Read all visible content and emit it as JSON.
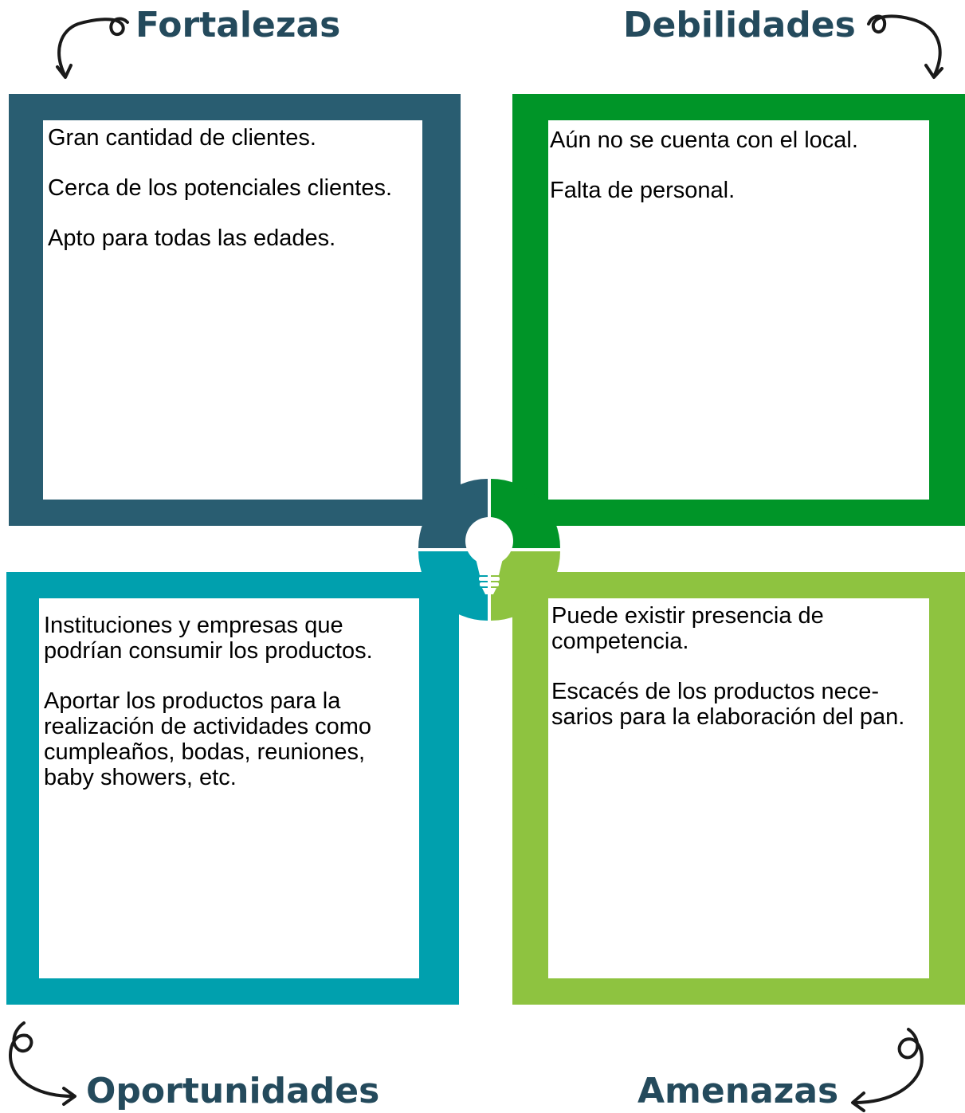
{
  "colors": {
    "fortalezas": "#295d71",
    "debilidades": "#009528",
    "oportunidades": "#00a0ae",
    "amenazas": "#8ec340",
    "heading": "#244a5c"
  },
  "quadrants": {
    "fortalezas": {
      "title": "Fortalezas",
      "items": [
        "Gran cantidad de clientes.",
        "Cerca de los potenciales clientes.",
        "Apto para todas las edades."
      ]
    },
    "debilidades": {
      "title": "Debilidades",
      "items": [
        "Aún no se cuenta con el local.",
        "Falta de personal."
      ]
    },
    "oportunidades": {
      "title": "Oportunidades",
      "items": [
        "Instituciones y empresas que podrían consumir los productos.",
        "Aportar los productos para la realización de actividades como cumpleaños, bodas, reuniones, baby showers, etc."
      ]
    },
    "amenazas": {
      "title": "Amenazas",
      "items": [
        "Puede existir presencia de competencia.",
        "Escacés de los productos nece-sarios para la elaboración del pan."
      ]
    }
  },
  "icons": {
    "center": "lightbulb-icon",
    "arrows": "curly-arrow-icon"
  }
}
